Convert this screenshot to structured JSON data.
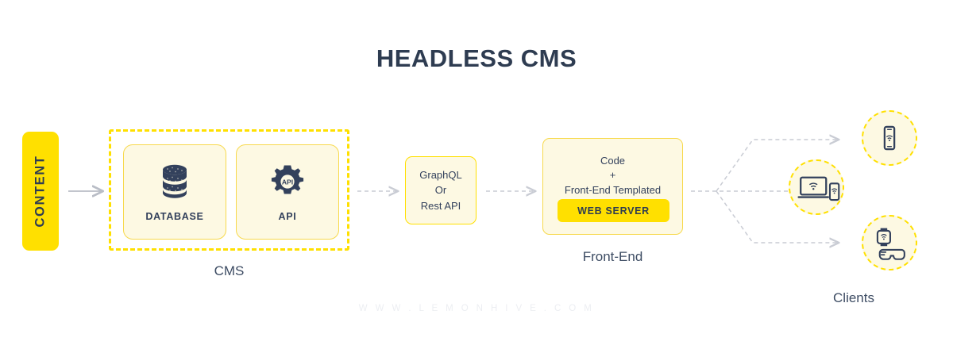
{
  "title": "HEADLESS CMS",
  "colors": {
    "accent_yellow": "#FFE000",
    "card_cream": "#FDF9E3",
    "card_border": "#F7D94C",
    "text_navy": "#33415C",
    "connector_gray": "#C9CCD4",
    "watermark_gray": "#ECEEF2"
  },
  "content": {
    "label": "CONTENT"
  },
  "cms": {
    "caption": "CMS",
    "cards": [
      {
        "label": "DATABASE",
        "icon": "database-icon"
      },
      {
        "label": "API",
        "icon": "gear-api-icon",
        "icon_text": "API"
      }
    ]
  },
  "api_layer": {
    "lines": [
      "GraphQL",
      "Or",
      "Rest API"
    ]
  },
  "frontend": {
    "caption": "Front-End",
    "lines": [
      "Code",
      "+",
      "Front-End Templated"
    ],
    "button_label": "WEB SERVER"
  },
  "clients": {
    "caption": "Clients",
    "nodes": [
      {
        "name": "mobile",
        "icons": [
          "phone-wifi-icon"
        ]
      },
      {
        "name": "desktop",
        "icons": [
          "laptop-wifi-icon",
          "phone-wifi-icon"
        ]
      },
      {
        "name": "wearable",
        "icons": [
          "smartwatch-wifi-icon",
          "smart-glasses-icon"
        ]
      }
    ]
  },
  "connectors": [
    {
      "from": "content",
      "to": "cms",
      "style": "solid"
    },
    {
      "from": "cms",
      "to": "api-layer",
      "style": "dashed"
    },
    {
      "from": "api-layer",
      "to": "frontend",
      "style": "dashed"
    },
    {
      "from": "frontend",
      "to": "client-mobile",
      "style": "dashed"
    },
    {
      "from": "frontend",
      "to": "client-desktop",
      "style": "dashed"
    },
    {
      "from": "frontend",
      "to": "client-wearable",
      "style": "dashed"
    }
  ],
  "watermark": "W W W . L E M O N H I V E . C O M"
}
